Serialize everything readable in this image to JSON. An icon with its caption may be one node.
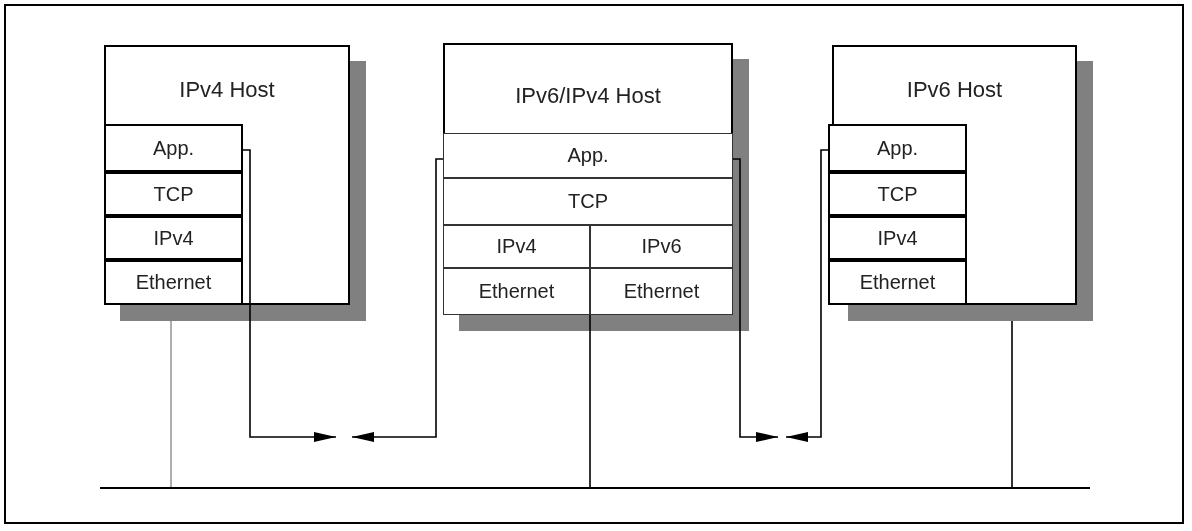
{
  "diagram": {
    "nodes": [
      {
        "text": [
          "IPv4 Host"
        ]
      },
      {
        "text": [
          "App."
        ],
        "in": 0
      },
      {
        "text": [
          "TCP"
        ],
        "in": 0
      },
      {
        "text": [
          "IPv4"
        ],
        "in": 0
      },
      {
        "text": [
          "Ethernet"
        ],
        "in": 0
      },
      {
        "text": [
          "IPv6/IPv4 Host"
        ]
      },
      {
        "text": [
          "App."
        ],
        "in": 5
      },
      {
        "text": [
          "TCP"
        ],
        "in": 5
      },
      {
        "text": [
          "IPv4"
        ],
        "in": 5
      },
      {
        "text": [
          "IPv6"
        ],
        "in": 5
      },
      {
        "text": [
          "Ethernet"
        ],
        "in": 5
      },
      {
        "text": [
          "Ethernet"
        ],
        "in": 5
      },
      {
        "text": [
          "IPv6 Host"
        ]
      },
      {
        "text": [
          "App."
        ],
        "in": 12
      },
      {
        "text": [
          "TCP"
        ],
        "in": 12
      },
      {
        "text": [
          "IPv4"
        ],
        "in": 12
      },
      {
        "text": [
          "Ethernet"
        ],
        "in": 12
      },
      {
        "text": [],
        "shape": "bar"
      }
    ],
    "edges": [
      {
        "from": 0,
        "to": 17,
        "arrow": "none",
        "color": "#999999"
      },
      {
        "from": 5,
        "to": 17,
        "arrow": "none"
      },
      {
        "from": 12,
        "to": 17,
        "arrow": "none"
      },
      {
        "from": 1,
        "to": null,
        "arrow": "to"
      },
      {
        "from": 6,
        "to": null,
        "arrow": "to"
      },
      {
        "from": 6,
        "to": null,
        "arrow": "to"
      },
      {
        "from": 13,
        "to": null,
        "arrow": "to"
      }
    ]
  }
}
